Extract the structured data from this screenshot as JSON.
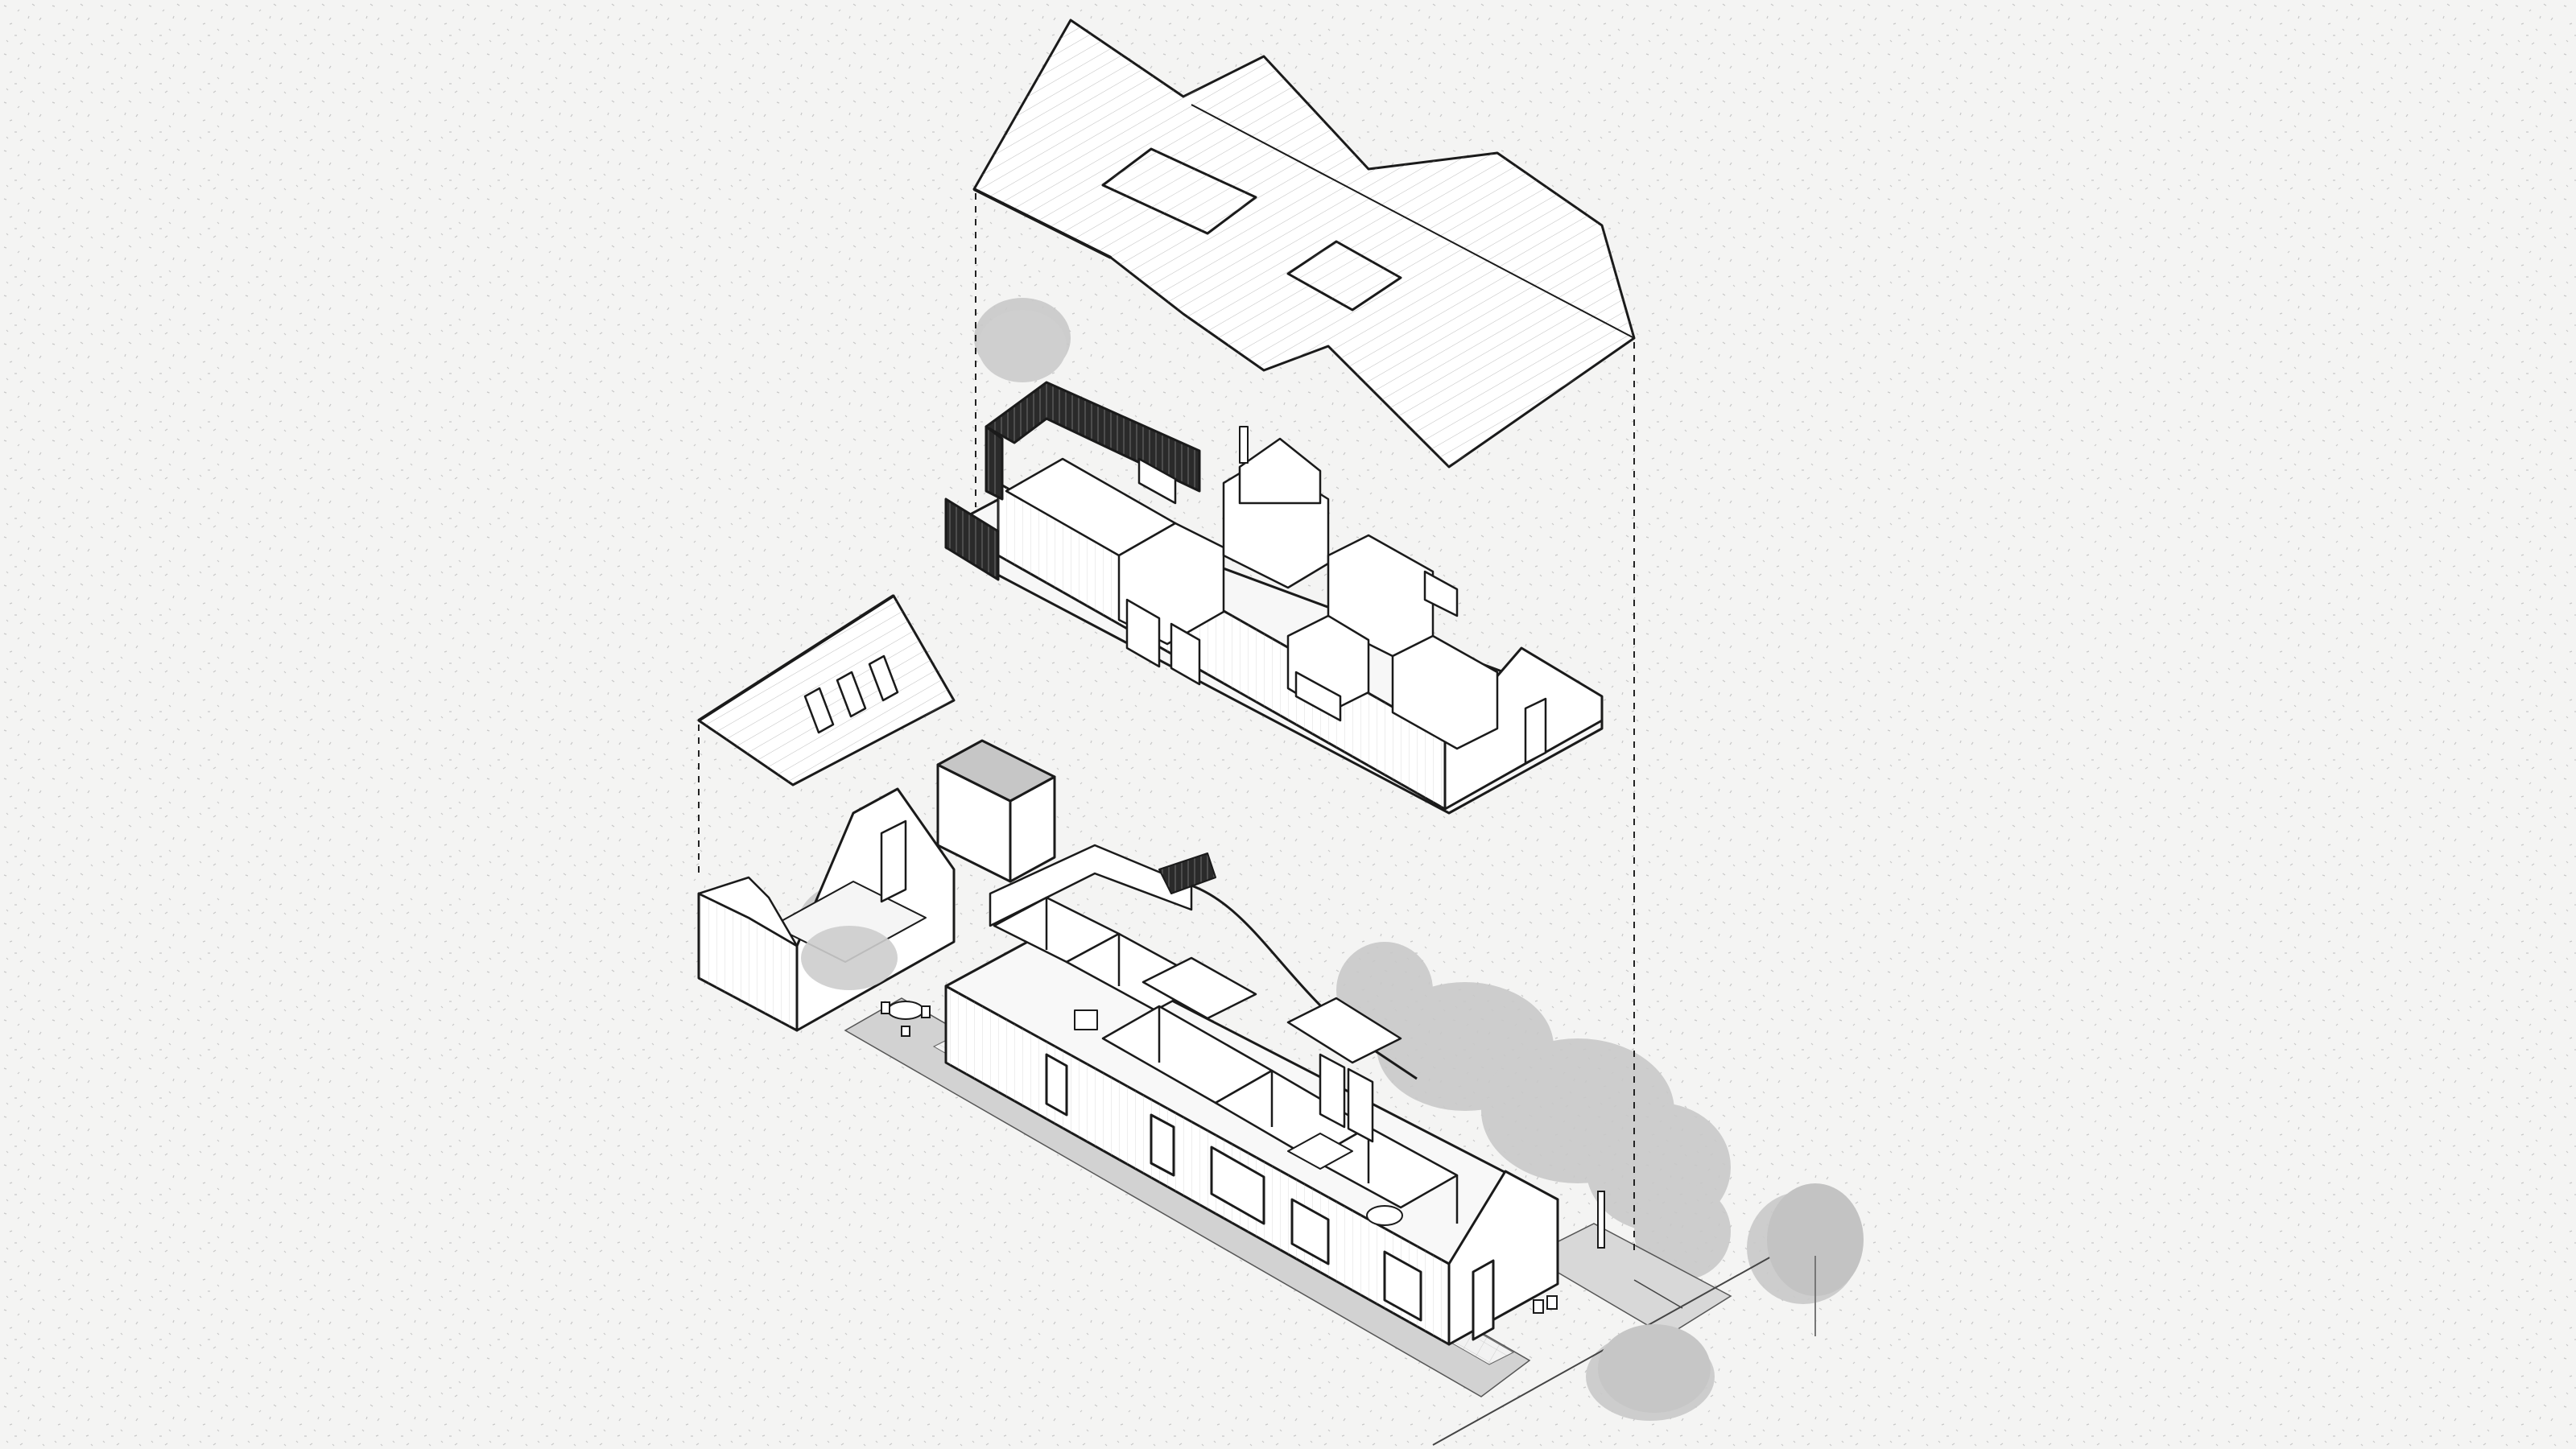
{
  "drawing": {
    "kind": "exploded isometric axonometric",
    "components": [
      {
        "id": "main-roof",
        "label": ""
      },
      {
        "id": "upper-floor",
        "label": ""
      },
      {
        "id": "annex-roof",
        "label": ""
      },
      {
        "id": "annex",
        "label": ""
      },
      {
        "id": "ground-floor",
        "label": ""
      },
      {
        "id": "site",
        "label": ""
      }
    ],
    "annex_roof_skylight_count": 3,
    "main_roof_dormer_count": 2
  },
  "colors": {
    "background": "#f4f4f3",
    "line": "#1a1a1a",
    "thin_line": "#3a3a3a",
    "planting": "#c9c9c9",
    "planting_dark": "#a9a9a9",
    "cladding_dark": "#2a2a2a",
    "wall_fill": "#ffffff",
    "floor_fill": "#fbfbfb"
  }
}
